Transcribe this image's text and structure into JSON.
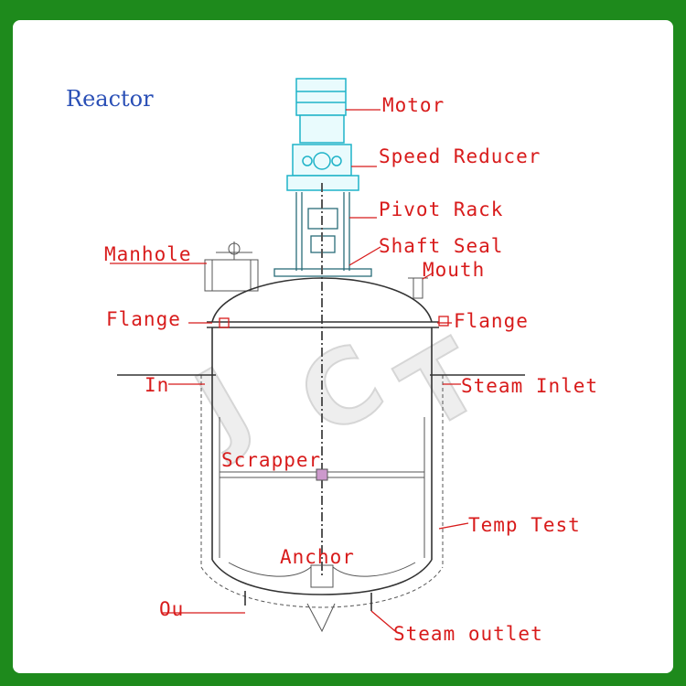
{
  "title": "Reactor",
  "watermark": "JCT",
  "labels": {
    "motor": "Motor",
    "speed_reducer": "Speed Reducer",
    "pivot_rack": "Pivot Rack",
    "shaft_seal": "Shaft Seal",
    "manhole": "Manhole",
    "mouth": "Mouth",
    "flange_left": "Flange",
    "flange_right": "Flange",
    "inlet_left": "In",
    "steam_inlet": "Steam Inlet",
    "scrapper": "Scrapper",
    "temp_test": "Temp Test",
    "anchor": "Anchor",
    "outlet_left": "Ou",
    "steam_outlet": "Steam outlet"
  },
  "colors": {
    "background": "#1e8a1c",
    "title": "#2a4fb6",
    "label": "#d81b1b",
    "motor": "#1fb3c8"
  }
}
